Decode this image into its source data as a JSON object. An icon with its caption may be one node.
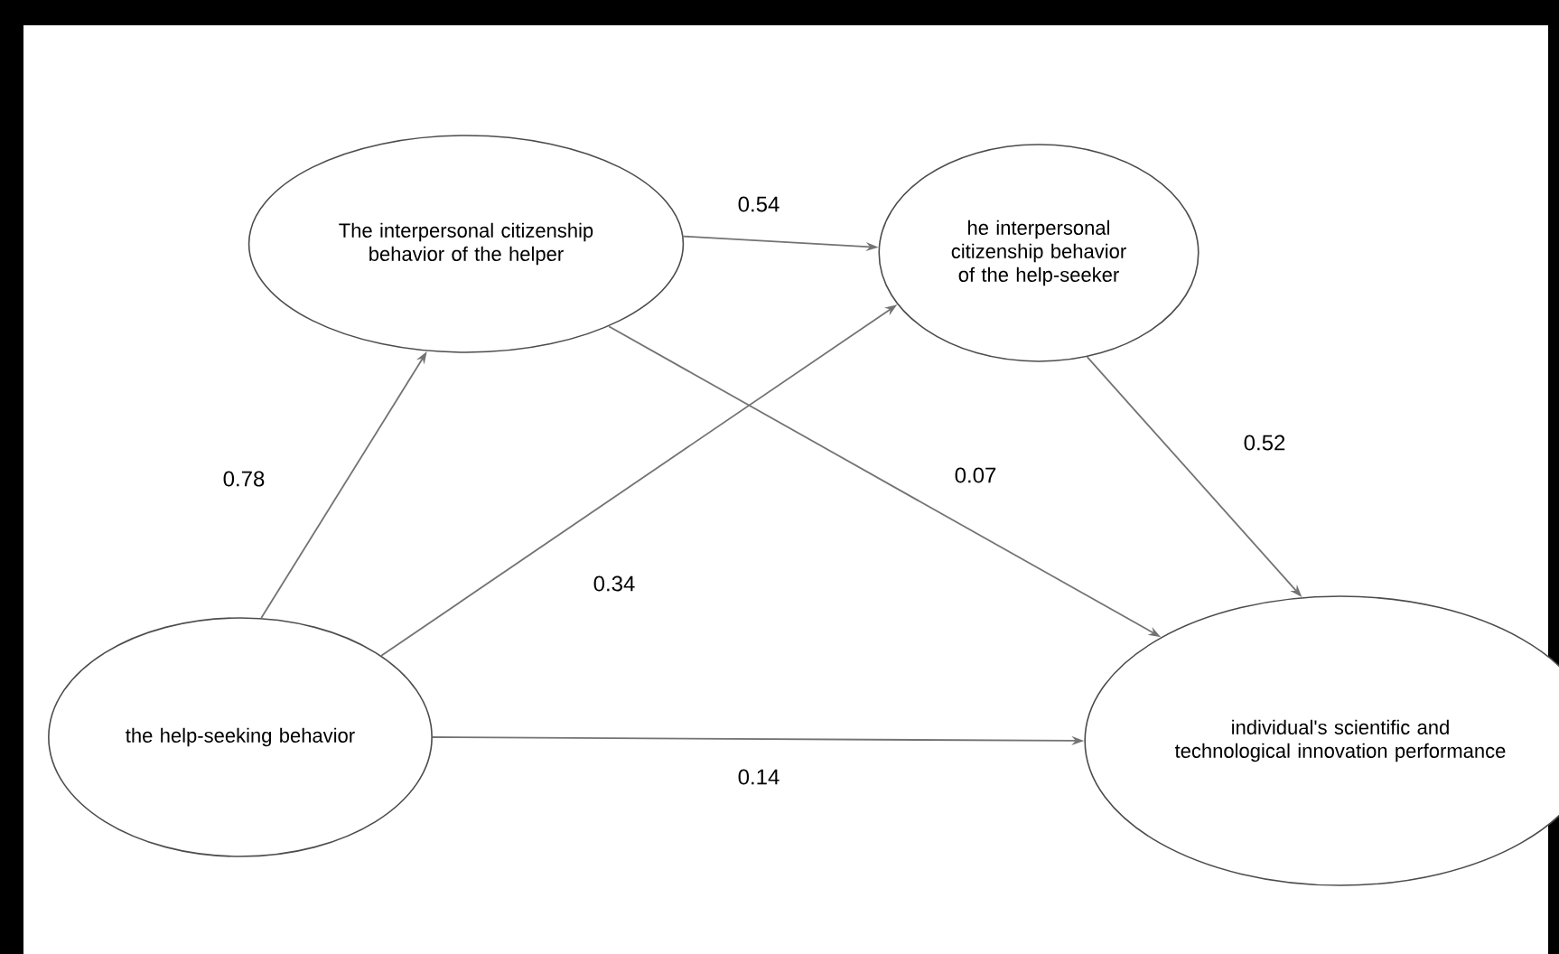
{
  "diagram": {
    "nodes": [
      {
        "text": [
          "The interpersonal citizenship behavior of the helper"
        ]
      },
      {
        "text": [
          "he interpersonal citizenship behavior of the help-seeker"
        ]
      },
      {
        "text": [
          "the help-seeking behavior"
        ]
      },
      {
        "text": [
          "individual's scientific and technological innovation performance"
        ]
      }
    ],
    "edges": [
      {
        "from": 2,
        "to": 0,
        "arrow": "to",
        "label": "0.78"
      },
      {
        "from": 0,
        "to": 1,
        "arrow": "to",
        "label": "0.54"
      },
      {
        "from": 0,
        "to": 3,
        "arrow": "to",
        "label": "0.07"
      },
      {
        "from": 2,
        "to": 1,
        "arrow": "to",
        "label": "0.34"
      },
      {
        "from": 1,
        "to": 3,
        "arrow": "to",
        "label": "0.52"
      },
      {
        "from": 2,
        "to": 3,
        "arrow": "to",
        "label": "0.14"
      }
    ]
  }
}
